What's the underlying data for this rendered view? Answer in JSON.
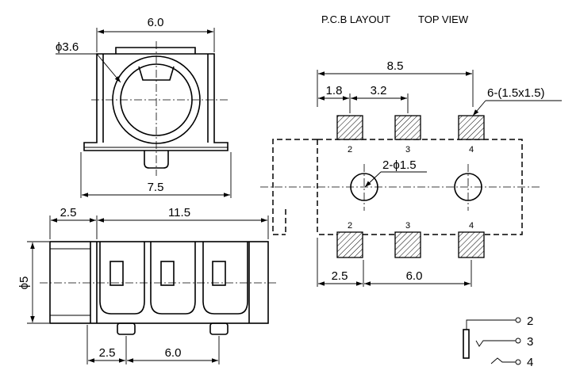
{
  "pcb_layout": {
    "title": "P.C.B LAYOUT",
    "view": "TOP VIEW",
    "dim_width": "8.5",
    "dim_pitch_a": "1.8",
    "dim_pitch_b": "3.2",
    "dim_pad": "6-(1.5x1.5)",
    "dim_hole": "2-ϕ1.5",
    "dim_bottom_a": "2.5",
    "dim_bottom_b": "6.0",
    "pad_labels_top": [
      "2",
      "3",
      "4"
    ],
    "pad_labels_bottom": [
      "2",
      "3",
      "4"
    ]
  },
  "front_view": {
    "dim_top": "6.0",
    "dim_bore": "ϕ3.6",
    "dim_bottom": "7.5"
  },
  "side_view": {
    "dim_left": "2.5",
    "dim_length": "11.5",
    "dim_diameter": "ϕ5",
    "dim_bottom_a": "2.5",
    "dim_bottom_b": "6.0"
  },
  "schematic": {
    "pins": [
      "2",
      "3",
      "4"
    ]
  }
}
